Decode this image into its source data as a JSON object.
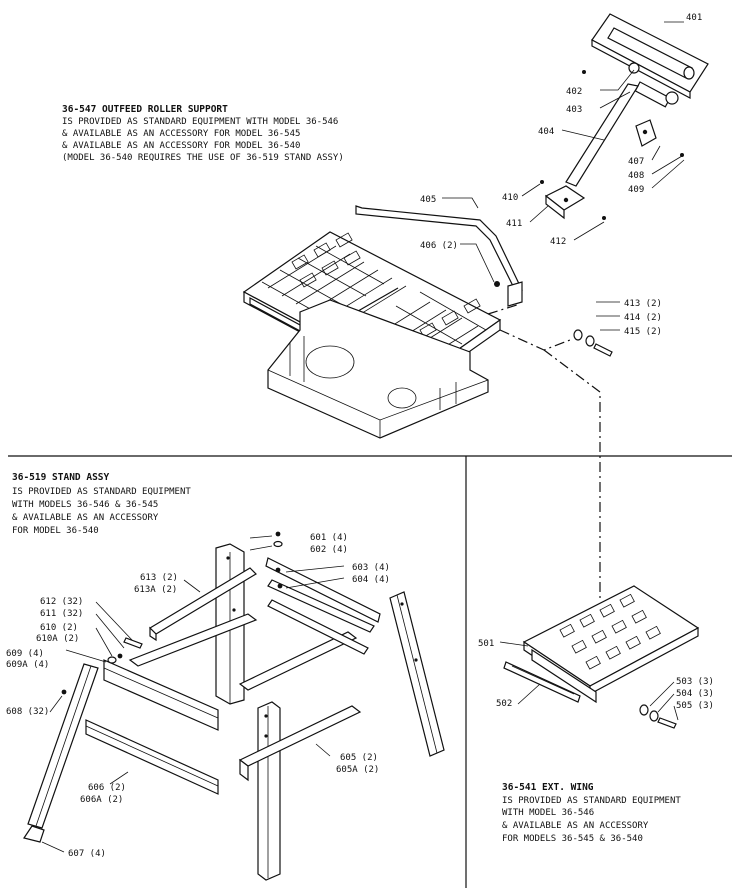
{
  "outfeed": {
    "lines": [
      "36-547 OUTFEED ROLLER SUPPORT",
      "IS PROVIDED AS STANDARD EQUIPMENT WITH MODEL 36-546",
      "& AVAILABLE AS AN ACCESSORY FOR MODEL 36-545",
      "& AVAILABLE AS AN ACCESSORY FOR MODEL 36-540",
      "(MODEL 36-540 REQUIRES THE USE OF 36-519 STAND ASSY)"
    ]
  },
  "stand": {
    "lines": [
      "36-519 STAND ASSY",
      "IS PROVIDED AS STANDARD EQUIPMENT",
      "WITH MODELS 36-546 & 36-545",
      "& AVAILABLE AS AN ACCESSORY",
      "FOR MODEL 36-540"
    ]
  },
  "wing": {
    "lines": [
      "36-541 EXT. WING",
      "IS PROVIDED AS STANDARD EQUIPMENT",
      "WITH MODEL 36-546",
      "& AVAILABLE AS AN ACCESSORY",
      "FOR MODELS 36-545 & 36-540"
    ]
  },
  "callouts": {
    "p401": "401",
    "p402": "402",
    "p403": "403",
    "p404": "404",
    "p405": "405",
    "p406": "406 (2)",
    "p407": "407",
    "p408": "408",
    "p409": "409",
    "p410": "410",
    "p411": "411",
    "p412": "412",
    "p413": "413 (2)",
    "p414": "414 (2)",
    "p415": "415 (2)",
    "p501": "501",
    "p502": "502",
    "p503": "503 (3)",
    "p504": "504 (3)",
    "p505": "505 (3)",
    "p601": "601 (4)",
    "p602": "602 (4)",
    "p603": "603 (4)",
    "p604": "604 (4)",
    "p605": "605 (2)",
    "p605a": "605A (2)",
    "p606": "606 (2)",
    "p606a": "606A (2)",
    "p607": "607 (4)",
    "p608": "608 (32)",
    "p609": "609 (4)",
    "p609a": "609A (4)",
    "p610": "610 (2)",
    "p610a": "610A (2)",
    "p611": "611 (32)",
    "p612": "612 (32)",
    "p613": "613 (2)",
    "p613a": "613A (2)"
  }
}
